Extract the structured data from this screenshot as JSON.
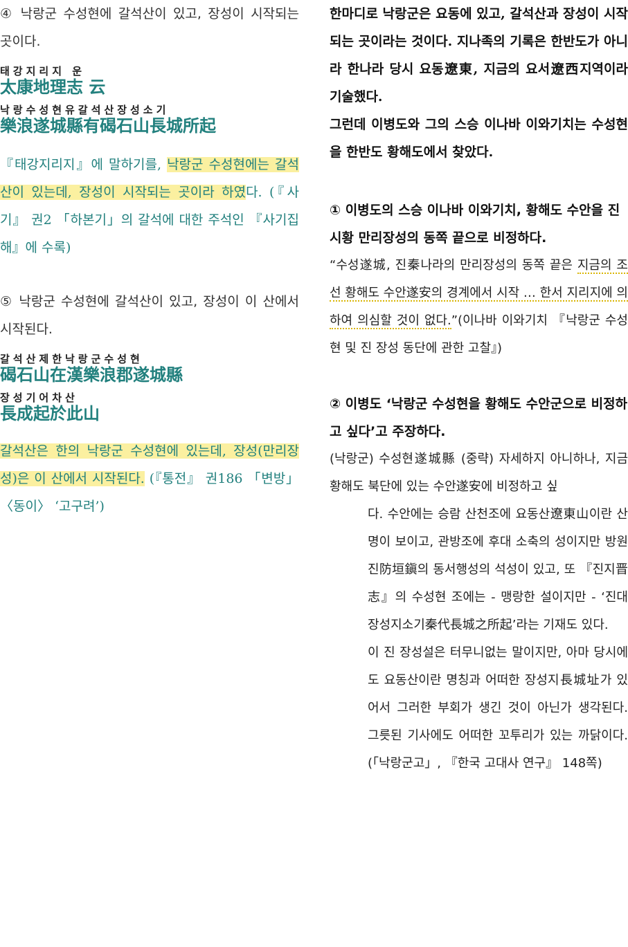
{
  "left": {
    "p1": "④ 낙랑군 수성현에 갈석산이 있고, 장성이 시작되는 곳이다.",
    "ruby1": "태강지리지 운",
    "hanja1": "太康地理志 云",
    "ruby2": "낙랑수성현유갈석산장성소기",
    "hanja2": "樂浪遂城縣有碣石山長城所起",
    "t1_pre": "『태강지리지』에 말하기를, ",
    "t1_hl": "낙랑군 수성현에는 갈석산이 있는데, 장성이 시작되는 곳이라 하였",
    "t1_post": "다. (『사기』 권2 「하본기」의 갈석에 대한 주석인 『사기집해』에 수록)",
    "p2": "⑤ 낙랑군 수성현에 갈석산이 있고, 장성이 이 산에서 시작된다.",
    "ruby3": "갈석산제한낙랑군수성현",
    "hanja3": "碣石山在漢樂浪郡遂城縣",
    "ruby4": "장성기어차산",
    "hanja4": "長成起於此山",
    "t2_hl": "갈석산은 한의 낙랑군 수성현에 있는데, 장성(만리장성)은 이 산에서 시작된다.",
    "t2_post": " (『통전』 권186 「변방」 〈동이〉 ‘고구려’)"
  },
  "right": {
    "intro1": "한마디로 낙랑군은 요동에 있고, 갈석산과 장성이 시작되는 곳이라는 것이다. 지나족의 기록은 한반도가 아니라 한나라 당시 요동遼東, 지금의 요서遼西지역이라 기술했다.",
    "intro2": "그런데 이병도와 그의 스승 이나바 이와기치는 수성현을 한반도 황해도에서 찾았다.",
    "h1": "① 이병도의 스승 이나바 이와기치, 황해도 수안을 진시황 만리장성의 동쪽 끝으로 비정하다.",
    "q1_pre": "“수성遂城, 진秦나라의 만리장성의 동쪽 끝은 ",
    "q1_ul": "지금의 조선 황해도 수안遂安의 경계에서 시작 … 한서 지리지에 의하여 의심할 것이 없다.",
    "q1_post": "”(이나바 이와기치 『낙랑군 수성현 및 진 장성 동단에 관한 고찰』)",
    "h2": "② 이병도 ‘낙랑군 수성현을 황해도 수안군으로 비정하고 싶다’고 주장하다.",
    "b1": "(낙랑군) 수성현遂城縣 (중략) 자세하지 아니하나, 지금 황해도 북단에 있는 수안遂安에 비정하고 싶",
    "b2": "다. 수안에는 승람 산천조에 요동산遼東山이란 산명이 보이고, 관방조에 후대 소축의 성이지만 방원진防垣鎭의 동서행성의 석성이 있고, 또 『진지晋志』의 수성현 조에는 - 맹랑한 설이지만 - ‘진대장성지소기秦代長城之所起’라는 기재도 있다.",
    "b3": "이 진 장성설은 터무니없는 말이지만, 아마 당시에도 요동산이란 명칭과 어떠한 장성지長城址가 있어서 그러한 부회가 생긴 것이 아닌가 생각된다. 그릇된 기사에도 어떠한 꼬투리가 있는 까닭이다. (「낙랑군고」, 『한국 고대사 연구』 148쪽)"
  }
}
